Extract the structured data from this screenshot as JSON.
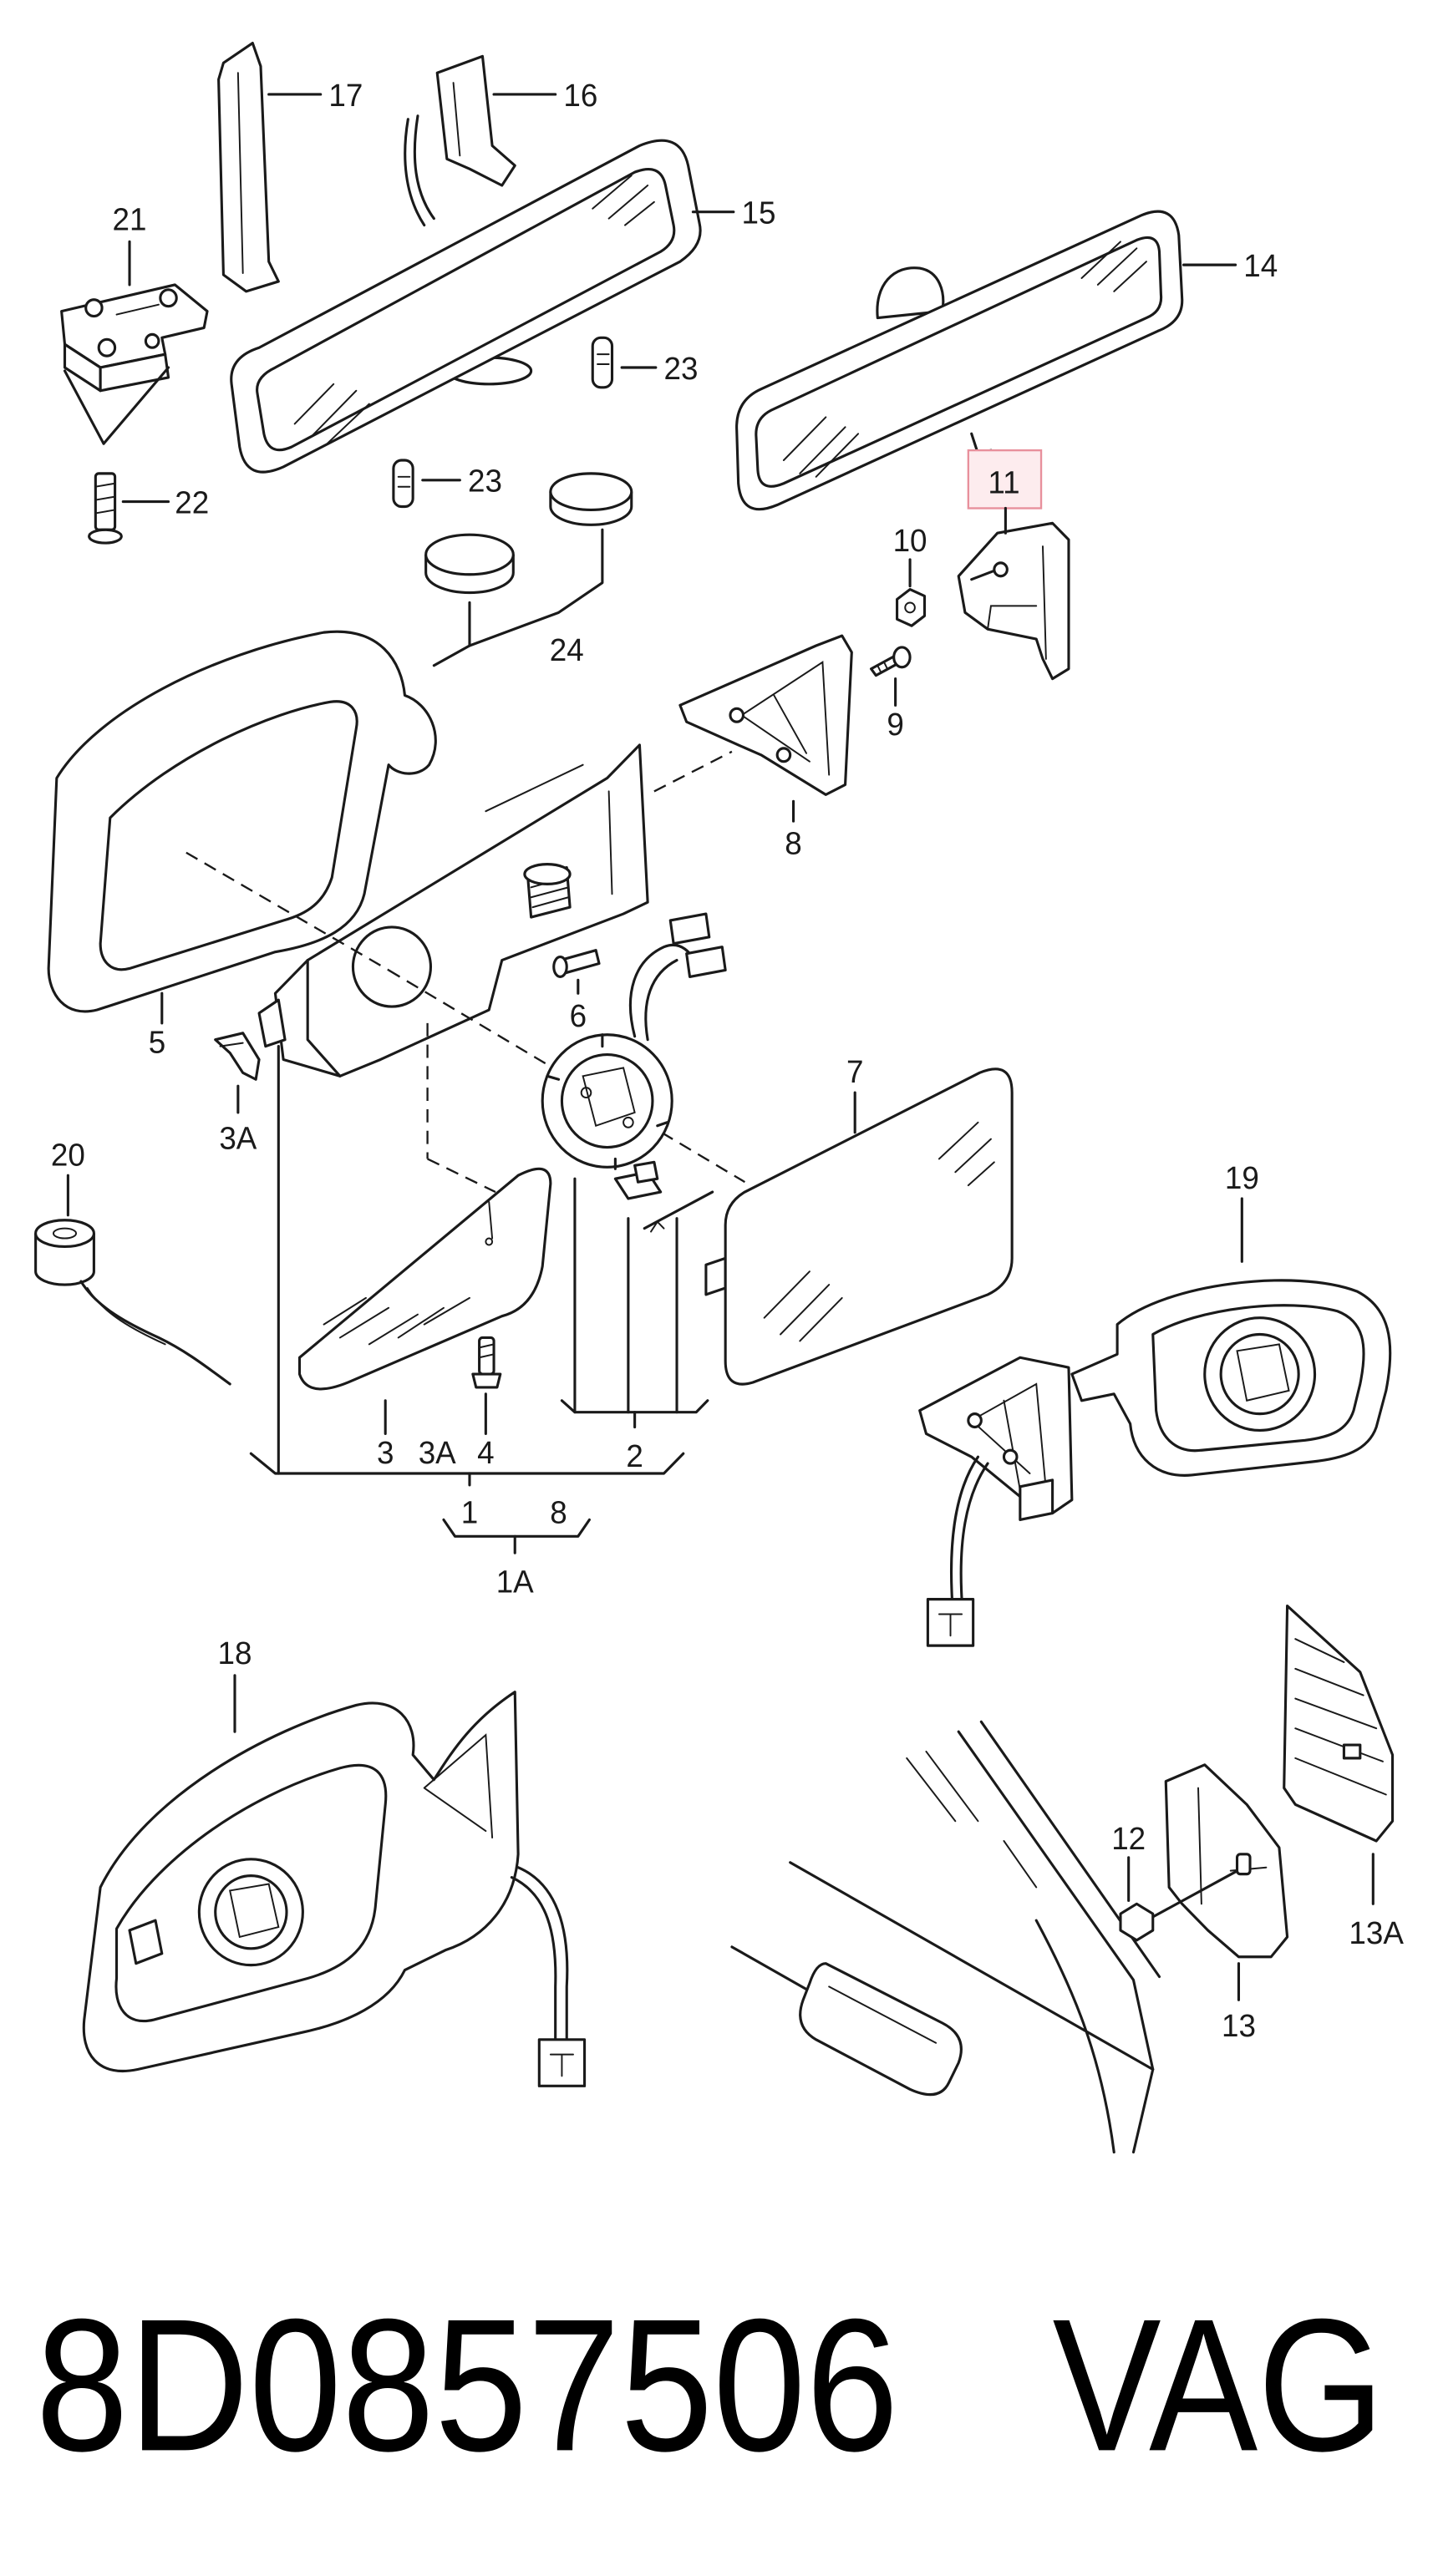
{
  "labels": {
    "n17": "17",
    "n16": "16",
    "n15": "15",
    "n14": "14",
    "n21": "21",
    "n23_top": "23",
    "n22": "22",
    "n23_mid": "23",
    "n11": "11",
    "n10": "10",
    "n24": "24",
    "n9": "9",
    "n8_bracket": "8",
    "n5": "5",
    "n6": "6",
    "n7": "7",
    "n3a_clip": "3A",
    "n20": "20",
    "n19": "19",
    "n3": "3",
    "n3a": "3A",
    "n4": "4",
    "n2": "2",
    "n1": "1",
    "n8": "8",
    "n1a": "1A",
    "n18": "18",
    "n12": "12",
    "n13a": "13A",
    "n13": "13"
  },
  "caption": {
    "part_number": "8D0857506",
    "brand": "VAG"
  },
  "highlight": {
    "fill": "#fdecee",
    "stroke": "#e8909c"
  },
  "line_color": "#1a1a1a"
}
